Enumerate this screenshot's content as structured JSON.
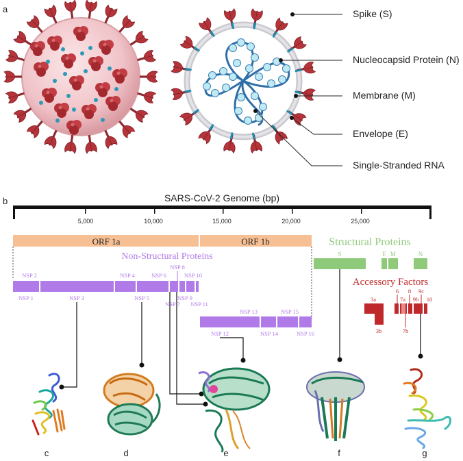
{
  "panels": {
    "a": "a",
    "b": "b",
    "c": "c",
    "d": "d",
    "e": "e",
    "f": "f",
    "g": "g"
  },
  "virion_labels": {
    "spike": "Spike (S)",
    "nucleocapsid": "Nucleocapsid Protein (N)",
    "membrane": "Membrane (M)",
    "envelope": "Envelope (E)",
    "rna": "Single-Stranded RNA"
  },
  "genome": {
    "title": "SARS-CoV-2 Genome (bp)",
    "ticks": [
      "5,000",
      "10,000",
      "15,000",
      "20,000",
      "25,000"
    ],
    "orf1a": "ORF 1a",
    "orf1b": "ORF 1b",
    "structural_title": "Structural Proteins",
    "nonstructural_title": "Non-Structural Proteins",
    "accessory_title": "Accessory Factors",
    "structural": {
      "s": "S",
      "e": "E",
      "m": "M",
      "n": "N"
    },
    "nsp_top": {
      "nsp2": "NSP 2",
      "nsp4": "NSP 4",
      "nsp6": "NSP 6",
      "nsp8": "NSP 8",
      "nsp10": "NSP 10"
    },
    "nsp_bottom": {
      "nsp1": "NSP 1",
      "nsp3": "NSP 3",
      "nsp5": "NSP 5",
      "nsp7": "NSP 7",
      "nsp9": "NSP 9",
      "nsp11": "NSP 11"
    },
    "nsp_row2_top": {
      "nsp13": "NSP 13",
      "nsp15": "NSP 15"
    },
    "nsp_row2_bottom": {
      "nsp12": "NSP 12",
      "nsp14": "NSP 14",
      "nsp16": "NSP 16"
    },
    "accessory": {
      "a3a": "3a",
      "a3b": "3b",
      "a6": "6",
      "a8": "8",
      "a9c": "9c",
      "a7a": "7a",
      "a9b": "9b",
      "a10": "10",
      "a7b": "7b"
    }
  },
  "colors": {
    "orf": "#f6bf94",
    "nsp": "#b07ae8",
    "structural": "#8fc97a",
    "accessory": "#c0292b",
    "spike": "#b4343a",
    "virion": "#f2ccd0",
    "capsid": "#aee3f0",
    "rna": "#2f6fa8"
  }
}
